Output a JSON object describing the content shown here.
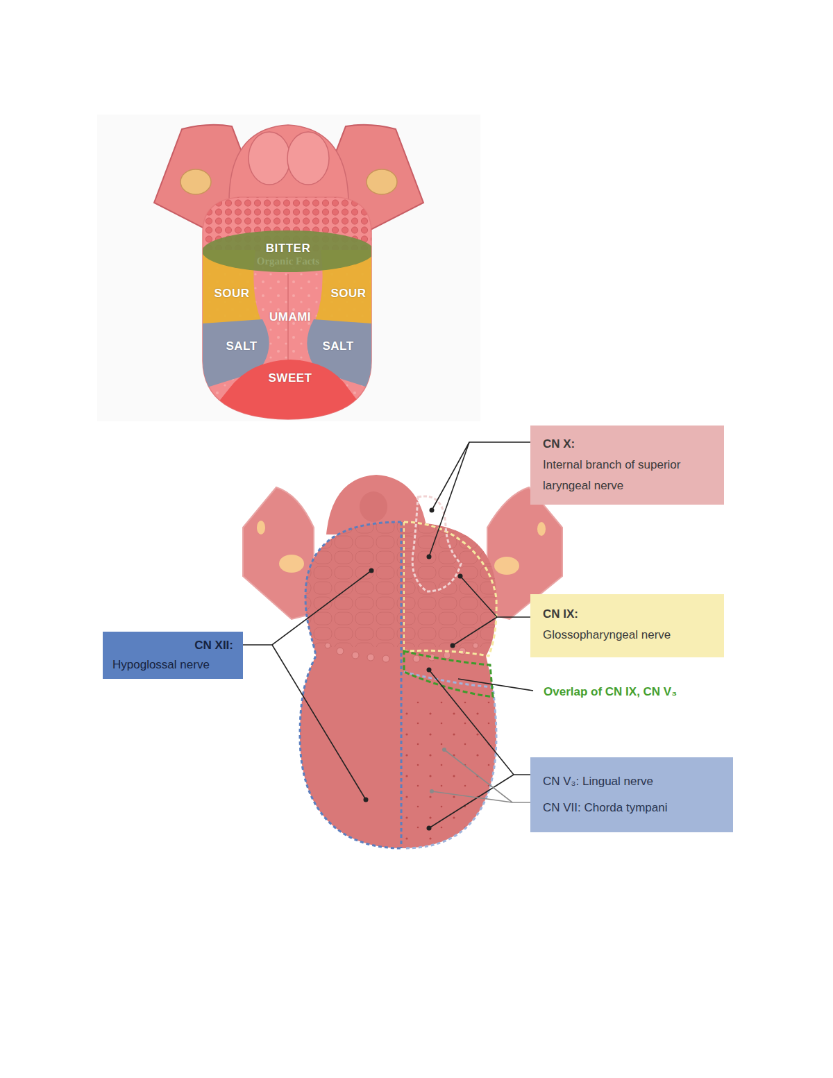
{
  "diagram": {
    "nodes": [
      {
        "text": [
          "CN X:",
          "Internal branch of superior laryngeal nerve"
        ]
      },
      {
        "text": [
          "CN IX:",
          "Glossopharyngeal nerve"
        ]
      },
      {
        "text": [
          "CN XII:",
          "Hypoglossal nerve"
        ]
      },
      {
        "text": [
          "CN V₃: Lingual nerve",
          "CN VII: Chorda tympani"
        ]
      }
    ],
    "labels": [
      "BITTER",
      "Organic Facts",
      "SOUR",
      "SOUR",
      "UMAMI",
      "SALT",
      "SALT",
      "SWEET",
      "Overlap of CN IX, CN V₃"
    ]
  }
}
